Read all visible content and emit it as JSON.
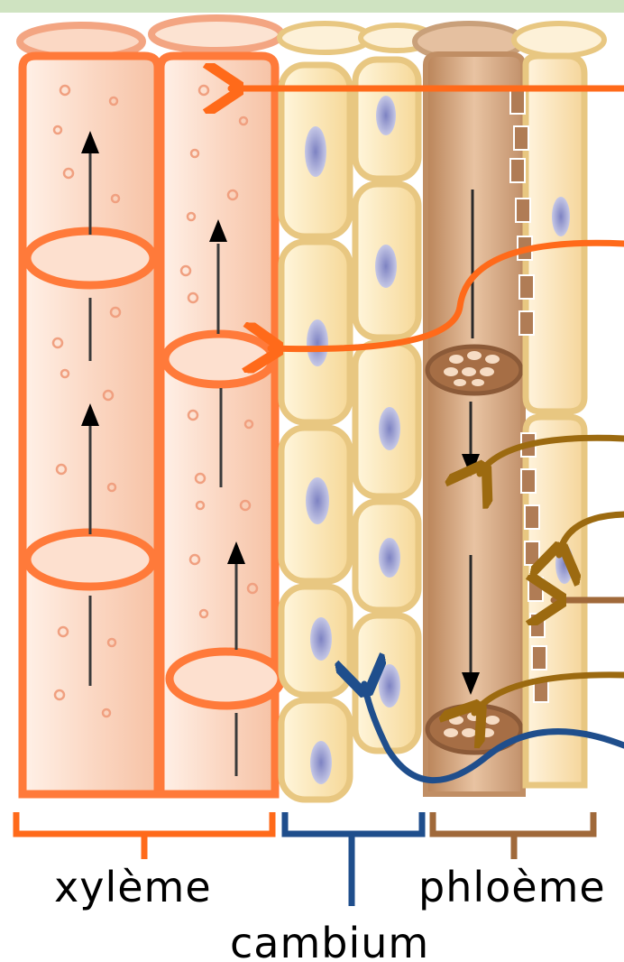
{
  "diagram": {
    "labels": {
      "xylem": "xylème",
      "cambium": "cambium",
      "phloem": "phloème"
    },
    "colors": {
      "xylem": "#ff6a1a",
      "cambium": "#1f4e8c",
      "phloem": "#a0693a",
      "pointer_brown": "#9c6a10",
      "cambium_cell_fill": "#fbe6b4",
      "cambium_cell_border": "#e8c781",
      "nucleus": "#8f93c8",
      "background_band": "#cfe3c1"
    }
  }
}
